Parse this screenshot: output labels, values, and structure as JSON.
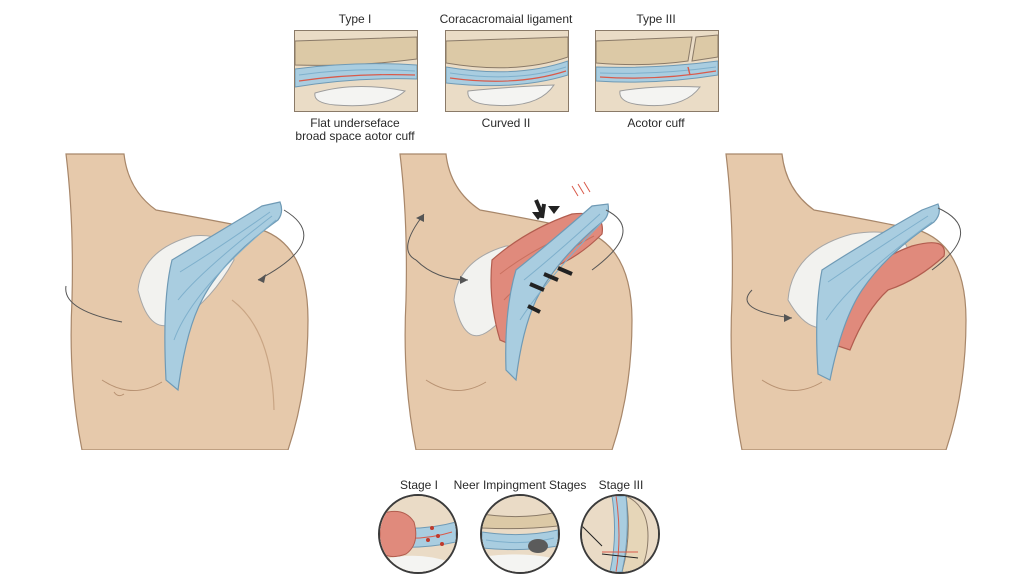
{
  "top_panels": [
    {
      "title": "Type I",
      "caption_lines": [
        "Flat underseface",
        "broad space aotor cuff"
      ]
    },
    {
      "title": "Coracacromaial ligament",
      "caption_lines": [
        "Curved II"
      ]
    },
    {
      "title": "Type III",
      "caption_lines": [
        "Acotor cuff"
      ]
    }
  ],
  "bottom": {
    "left_label": "Stage I",
    "center_label": "Neer Impingment Stages",
    "right_label": "Stage III"
  },
  "colors": {
    "skin": "#e6c9ab",
    "skin_shadow": "#c9a584",
    "tendon_blue": "#a9cde0",
    "tendon_stripe": "#7fb0cc",
    "bursa_white": "#f2f2ef",
    "inflamed_red": "#e08a7c",
    "bone": "#e6d6b8"
  }
}
